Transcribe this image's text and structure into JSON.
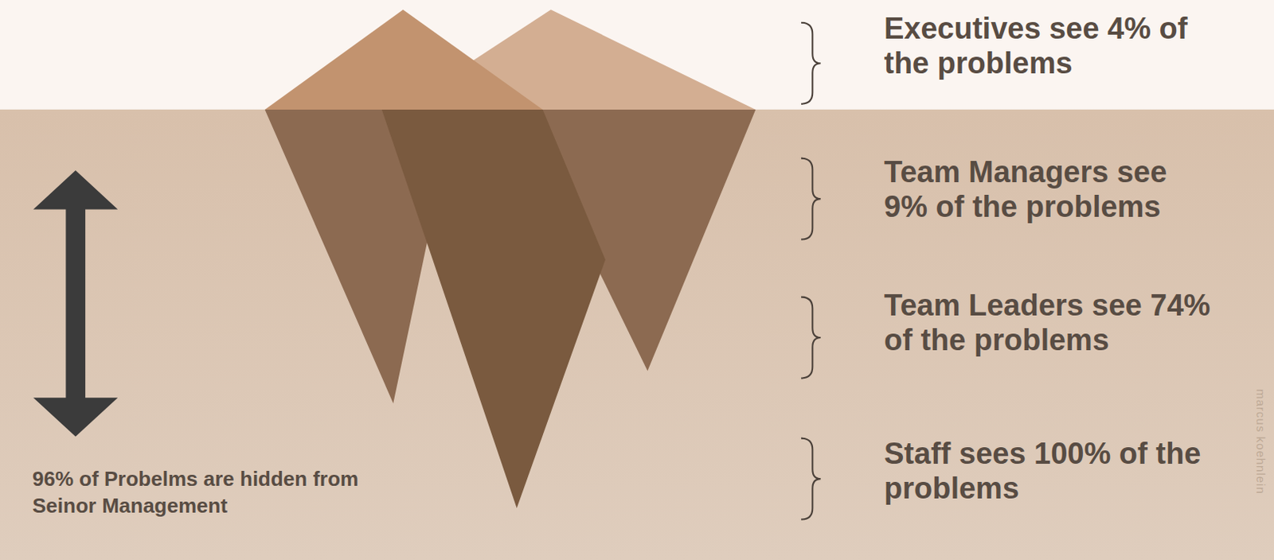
{
  "diagram": {
    "labels": [
      "Executives see 4% of the problems",
      "Team Managers see 9% of the problems",
      "Team Leaders see 74% of the problems",
      "Staff sees 100% of the problems",
      "96% of Probelms are hidden from Seinor Management",
      "marcus koehnlein"
    ]
  }
}
